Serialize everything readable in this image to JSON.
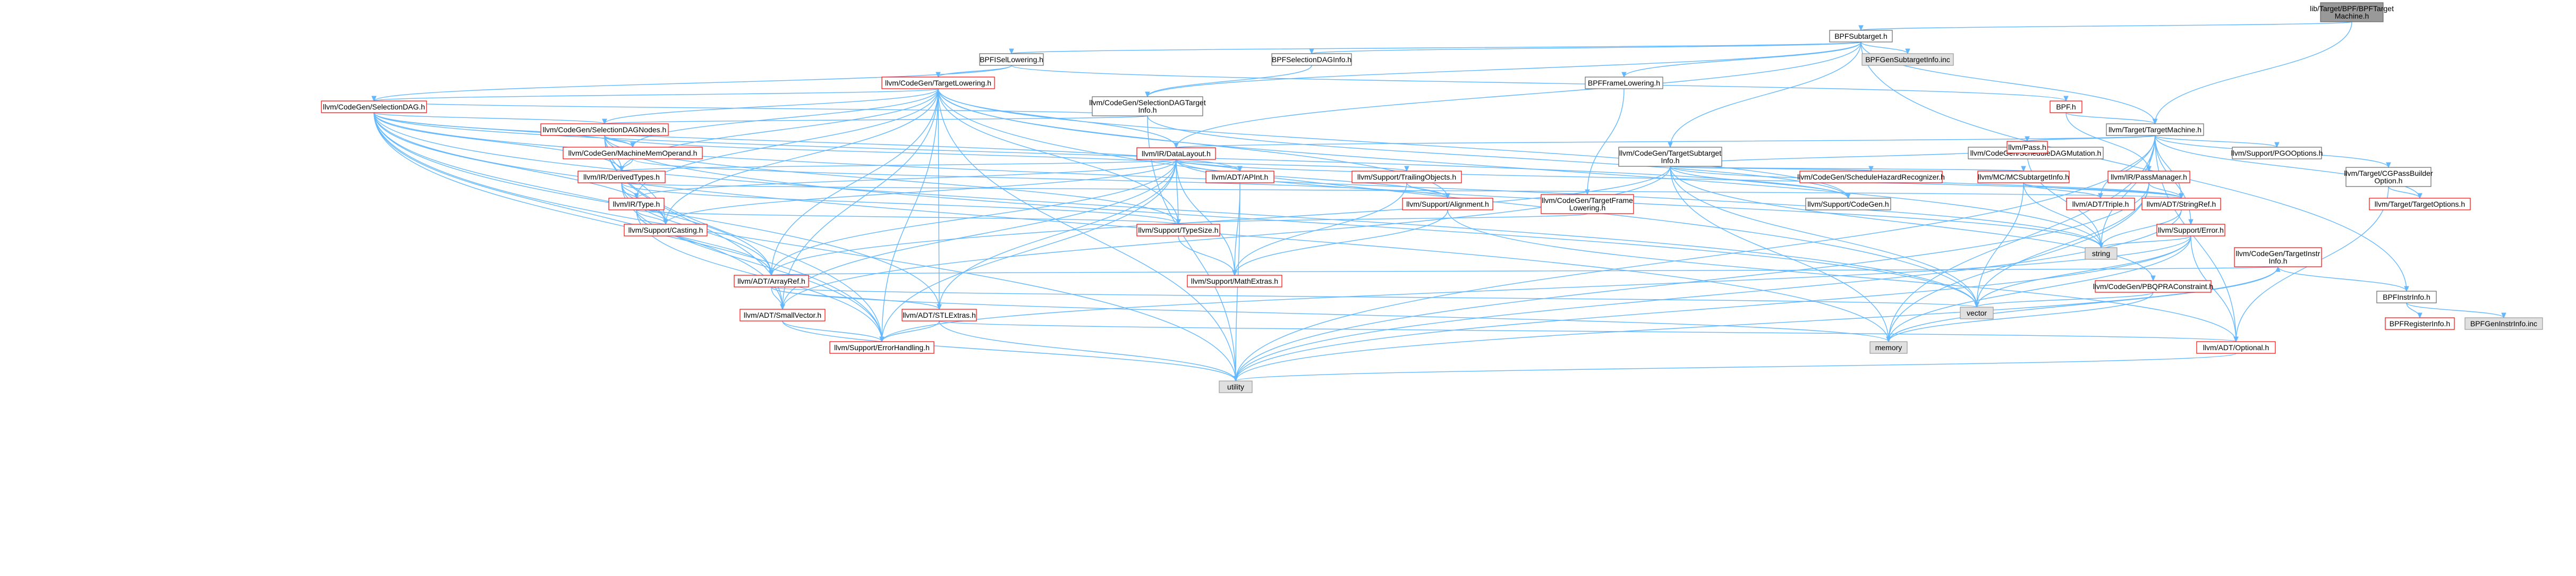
{
  "colors": {
    "root_fill": "#999999",
    "gray_fill": "#e0e0e0",
    "normal_fill": "#ffffff",
    "normal_stroke": "#666666",
    "red_stroke": "#ff0000",
    "edge": "#63b8ff"
  },
  "nodes": [
    {
      "id": "root",
      "lines": [
        "lib/Target/BPF/BPFTarget",
        "Machine.h"
      ],
      "style": "root"
    },
    {
      "id": "bpfsub",
      "lines": [
        "BPFSubtarget.h"
      ],
      "style": "normal"
    },
    {
      "id": "bpfisel",
      "lines": [
        "BPFISelLowering.h"
      ],
      "style": "normal"
    },
    {
      "id": "bpfseldag",
      "lines": [
        "BPFSelectionDAGInfo.h"
      ],
      "style": "normal"
    },
    {
      "id": "bpfgensub",
      "lines": [
        "BPFGenSubtargetInfo.inc"
      ],
      "style": "gray"
    },
    {
      "id": "bpfframe",
      "lines": [
        "BPFFrameLowering.h"
      ],
      "style": "normal"
    },
    {
      "id": "bpfh",
      "lines": [
        "BPF.h"
      ],
      "style": "red"
    },
    {
      "id": "targetmachine",
      "lines": [
        "llvm/Target/TargetMachine.h"
      ],
      "style": "normal"
    },
    {
      "id": "bpfinstrinfo",
      "lines": [
        "BPFInstrInfo.h"
      ],
      "style": "normal"
    },
    {
      "id": "targetlowering",
      "lines": [
        "llvm/CodeGen/TargetLowering.h"
      ],
      "style": "red"
    },
    {
      "id": "seldagtarget",
      "lines": [
        "llvm/CodeGen/SelectionDAGTarget",
        "Info.h"
      ],
      "style": "normal"
    },
    {
      "id": "selectiondag",
      "lines": [
        "llvm/CodeGen/SelectionDAG.h"
      ],
      "style": "red"
    },
    {
      "id": "seldagnodes",
      "lines": [
        "llvm/CodeGen/SelectionDAGNodes.h"
      ],
      "style": "red"
    },
    {
      "id": "machinememop",
      "lines": [
        "llvm/CodeGen/MachineMemOperand.h"
      ],
      "style": "red"
    },
    {
      "id": "datalayout",
      "lines": [
        "llvm/IR/DataLayout.h"
      ],
      "style": "red"
    },
    {
      "id": "targetsubinfo",
      "lines": [
        "llvm/CodeGen/TargetSubtarget",
        "Info.h"
      ],
      "style": "normal"
    },
    {
      "id": "derivedtypes",
      "lines": [
        "llvm/IR/DerivedTypes.h"
      ],
      "style": "red"
    },
    {
      "id": "irtype",
      "lines": [
        "llvm/IR/Type.h"
      ],
      "style": "red"
    },
    {
      "id": "apint",
      "lines": [
        "llvm/ADT/APInt.h"
      ],
      "style": "red"
    },
    {
      "id": "trailingobj",
      "lines": [
        "llvm/Support/TrailingObjects.h"
      ],
      "style": "red"
    },
    {
      "id": "alignment",
      "lines": [
        "llvm/Support/Alignment.h"
      ],
      "style": "red"
    },
    {
      "id": "schedhazard",
      "lines": [
        "llvm/CodeGen/ScheduleHazardRecognizer.h"
      ],
      "style": "red"
    },
    {
      "id": "mcsubinfo",
      "lines": [
        "llvm/MC/MCSubtargetInfo.h"
      ],
      "style": "red"
    },
    {
      "id": "schedmut",
      "lines": [
        "llvm/CodeGen/ScheduleDAGMutation.h"
      ],
      "style": "normal"
    },
    {
      "id": "supcodegen",
      "lines": [
        "llvm/Support/CodeGen.h"
      ],
      "style": "normal"
    },
    {
      "id": "triple",
      "lines": [
        "llvm/ADT/Triple.h"
      ],
      "style": "red"
    },
    {
      "id": "stringref",
      "lines": [
        "llvm/ADT/StringRef.h"
      ],
      "style": "red"
    },
    {
      "id": "pass",
      "lines": [
        "llvm/Pass.h"
      ],
      "style": "red"
    },
    {
      "id": "pgooptions",
      "lines": [
        "llvm/Support/PGOOptions.h"
      ],
      "style": "normal"
    },
    {
      "id": "passmanager",
      "lines": [
        "llvm/IR/PassManager.h"
      ],
      "style": "red"
    },
    {
      "id": "cgpassbuilder",
      "lines": [
        "llvm/Target/CGPassBuilder",
        "Option.h"
      ],
      "style": "normal"
    },
    {
      "id": "targetoptions",
      "lines": [
        "llvm/Target/TargetOptions.h"
      ],
      "style": "red"
    },
    {
      "id": "targetframe",
      "lines": [
        "llvm/CodeGen/TargetFrame",
        "Lowering.h"
      ],
      "style": "red"
    },
    {
      "id": "supporterror",
      "lines": [
        "llvm/Support/Error.h"
      ],
      "style": "red"
    },
    {
      "id": "targetinstrinfo",
      "lines": [
        "llvm/CodeGen/TargetInstr",
        "Info.h"
      ],
      "style": "red"
    },
    {
      "id": "pbqp",
      "lines": [
        "llvm/CodeGen/PBQPRAConstraint.h"
      ],
      "style": "red"
    },
    {
      "id": "bpfreginfo",
      "lines": [
        "BPFRegisterInfo.h"
      ],
      "style": "red"
    },
    {
      "id": "bpfgeninstr",
      "lines": [
        "BPFGenInstrInfo.inc"
      ],
      "style": "gray"
    },
    {
      "id": "casting",
      "lines": [
        "llvm/Support/Casting.h"
      ],
      "style": "red"
    },
    {
      "id": "typesize",
      "lines": [
        "llvm/Support/TypeSize.h"
      ],
      "style": "red"
    },
    {
      "id": "string",
      "lines": [
        "string"
      ],
      "style": "gray"
    },
    {
      "id": "arrayref",
      "lines": [
        "llvm/ADT/ArrayRef.h"
      ],
      "style": "red"
    },
    {
      "id": "mathextras",
      "lines": [
        "llvm/Support/MathExtras.h"
      ],
      "style": "red"
    },
    {
      "id": "vector",
      "lines": [
        "vector"
      ],
      "style": "gray"
    },
    {
      "id": "smallvector",
      "lines": [
        "llvm/ADT/SmallVector.h"
      ],
      "style": "red"
    },
    {
      "id": "stlextras",
      "lines": [
        "llvm/ADT/STLExtras.h"
      ],
      "style": "red"
    },
    {
      "id": "memory",
      "lines": [
        "memory"
      ],
      "style": "gray"
    },
    {
      "id": "optional",
      "lines": [
        "llvm/ADT/Optional.h"
      ],
      "style": "red"
    },
    {
      "id": "errorhandling",
      "lines": [
        "llvm/Support/ErrorHandling.h"
      ],
      "style": "red"
    },
    {
      "id": "utility",
      "lines": [
        "utility"
      ],
      "style": "gray"
    }
  ],
  "edges": [
    [
      "root",
      "bpfsub"
    ],
    [
      "root",
      "targetmachine"
    ],
    [
      "bpfsub",
      "bpfisel"
    ],
    [
      "bpfsub",
      "bpfseldag"
    ],
    [
      "bpfsub",
      "bpfgensub"
    ],
    [
      "bpfsub",
      "bpfframe"
    ],
    [
      "bpfsub",
      "bpfinstrinfo"
    ],
    [
      "bpfsub",
      "targetmachine"
    ],
    [
      "bpfsub",
      "targetsubinfo"
    ],
    [
      "bpfsub",
      "datalayout"
    ],
    [
      "bpfsub",
      "seldagtarget"
    ],
    [
      "bpfisel",
      "targetlowering"
    ],
    [
      "bpfisel",
      "bpfh"
    ],
    [
      "bpfisel",
      "selectiondag"
    ],
    [
      "bpfseldag",
      "seldagtarget"
    ],
    [
      "bpfframe",
      "targetframe"
    ],
    [
      "bpfh",
      "targetmachine"
    ],
    [
      "bpfh",
      "passmanager"
    ],
    [
      "targetmachine",
      "datalayout"
    ],
    [
      "targetmachine",
      "stringref"
    ],
    [
      "targetmachine",
      "triple"
    ],
    [
      "targetmachine",
      "pass"
    ],
    [
      "targetmachine",
      "pgooptions"
    ],
    [
      "targetmachine",
      "passmanager"
    ],
    [
      "targetmachine",
      "cgpassbuilder"
    ],
    [
      "targetmachine",
      "targetoptions"
    ],
    [
      "targetmachine",
      "supportcodegen_dummy"
    ],
    [
      "targetmachine",
      "supporterror"
    ],
    [
      "targetmachine",
      "string"
    ],
    [
      "targetmachine",
      "utility"
    ],
    [
      "targetmachine",
      "optional"
    ],
    [
      "targetmachine",
      "memory"
    ],
    [
      "bpfinstrinfo",
      "targetinstrinfo"
    ],
    [
      "bpfinstrinfo",
      "bpfreginfo"
    ],
    [
      "bpfinstrinfo",
      "bpfgeninstr"
    ],
    [
      "targetlowering",
      "selectiondag"
    ],
    [
      "targetlowering",
      "seldagnodes"
    ],
    [
      "targetlowering",
      "datalayout"
    ],
    [
      "targetlowering",
      "derivedtypes"
    ],
    [
      "targetlowering",
      "machinememop"
    ],
    [
      "targetlowering",
      "casting"
    ],
    [
      "targetlowering",
      "typesize"
    ],
    [
      "targetlowering",
      "arrayref"
    ],
    [
      "targetlowering",
      "smallvector"
    ],
    [
      "targetlowering",
      "stlextras"
    ],
    [
      "targetlowering",
      "errorhandling"
    ],
    [
      "targetlowering",
      "alignment"
    ],
    [
      "targetlowering",
      "string"
    ],
    [
      "targetlowering",
      "vector"
    ],
    [
      "targetlowering",
      "utility"
    ],
    [
      "targetlowering",
      "supcodegen"
    ],
    [
      "targetlowering",
      "irtype"
    ],
    [
      "seldagtarget",
      "selectiondag"
    ],
    [
      "seldagtarget",
      "seldagnodes"
    ],
    [
      "seldagtarget",
      "supcodegen"
    ],
    [
      "seldagtarget",
      "utility"
    ],
    [
      "selectiondag",
      "seldagnodes"
    ],
    [
      "selectiondag",
      "machinememop"
    ],
    [
      "selectiondag",
      "arrayref"
    ],
    [
      "selectiondag",
      "smallvector"
    ],
    [
      "selectiondag",
      "stlextras"
    ],
    [
      "selectiondag",
      "apint"
    ],
    [
      "selectiondag",
      "derivedtypes"
    ],
    [
      "selectiondag",
      "casting"
    ],
    [
      "selectiondag",
      "errorhandling"
    ],
    [
      "selectiondag",
      "supcodegen"
    ],
    [
      "selectiondag",
      "utility"
    ],
    [
      "selectiondag",
      "vector"
    ],
    [
      "selectiondag",
      "string"
    ],
    [
      "selectiondag",
      "memory"
    ],
    [
      "seldagnodes",
      "machinememop"
    ],
    [
      "seldagnodes",
      "derivedtypes"
    ],
    [
      "seldagnodes",
      "apint"
    ],
    [
      "seldagnodes",
      "casting"
    ],
    [
      "seldagnodes",
      "typesize"
    ],
    [
      "seldagnodes",
      "errorhandling"
    ],
    [
      "seldagnodes",
      "vector"
    ],
    [
      "seldagnodes",
      "smallvector"
    ],
    [
      "machinememop",
      "derivedtypes"
    ],
    [
      "machinememop",
      "alignment"
    ],
    [
      "datalayout",
      "derivedtypes"
    ],
    [
      "datalayout",
      "irtype"
    ],
    [
      "datalayout",
      "apint"
    ],
    [
      "datalayout",
      "trailingobj"
    ],
    [
      "datalayout",
      "alignment"
    ],
    [
      "datalayout",
      "arrayref"
    ],
    [
      "datalayout",
      "smallvector"
    ],
    [
      "datalayout",
      "stlextras"
    ],
    [
      "datalayout",
      "stringref"
    ],
    [
      "datalayout",
      "casting"
    ],
    [
      "datalayout",
      "typesize"
    ],
    [
      "datalayout",
      "mathextras"
    ],
    [
      "datalayout",
      "errorhandling"
    ],
    [
      "datalayout",
      "string"
    ],
    [
      "targetsubinfo",
      "schedhazard"
    ],
    [
      "targetsubinfo",
      "mcsubinfo"
    ],
    [
      "targetsubinfo",
      "schedmut"
    ],
    [
      "targetsubinfo",
      "supcodegen"
    ],
    [
      "targetsubinfo",
      "stringref"
    ],
    [
      "targetsubinfo",
      "arrayref"
    ],
    [
      "targetsubinfo",
      "pbqp"
    ],
    [
      "targetsubinfo",
      "smallvector"
    ],
    [
      "targetsubinfo",
      "memory"
    ],
    [
      "targetsubinfo",
      "vector"
    ],
    [
      "mcsubinfo",
      "triple"
    ],
    [
      "mcsubinfo",
      "stringref"
    ],
    [
      "mcsubinfo",
      "string"
    ],
    [
      "mcsubinfo",
      "vector"
    ],
    [
      "derivedtypes",
      "irtype"
    ],
    [
      "derivedtypes",
      "casting"
    ],
    [
      "derivedtypes",
      "typesize"
    ],
    [
      "derivedtypes",
      "arrayref"
    ],
    [
      "derivedtypes",
      "errorhandling"
    ],
    [
      "derivedtypes",
      "stringref"
    ],
    [
      "irtype",
      "casting"
    ],
    [
      "irtype",
      "typesize"
    ],
    [
      "irtype",
      "arrayref"
    ],
    [
      "irtype",
      "errorhandling"
    ],
    [
      "apint",
      "mathextras"
    ],
    [
      "apint",
      "utility"
    ],
    [
      "trailingobj",
      "alignment"
    ],
    [
      "trailingobj",
      "mathextras"
    ],
    [
      "alignment",
      "mathextras"
    ],
    [
      "alignment",
      "optional"
    ],
    [
      "passmanager",
      "stringref"
    ],
    [
      "passmanager",
      "vector"
    ],
    [
      "passmanager",
      "memory"
    ],
    [
      "passmanager",
      "utility"
    ],
    [
      "pass",
      "string"
    ],
    [
      "cgpassbuilder",
      "optional"
    ],
    [
      "cgpassbuilder",
      "targetoptions"
    ],
    [
      "targetframe",
      "typesize"
    ],
    [
      "supporterror",
      "string"
    ],
    [
      "supporterror",
      "memory"
    ],
    [
      "supporterror",
      "utility"
    ],
    [
      "supporterror",
      "errorhandling"
    ],
    [
      "supporterror",
      "vector"
    ],
    [
      "supporterror",
      "optional"
    ],
    [
      "targetinstrinfo",
      "arrayref"
    ],
    [
      "targetinstrinfo",
      "memory"
    ],
    [
      "targetinstrinfo",
      "utility"
    ],
    [
      "pbqp",
      "vector"
    ],
    [
      "pbqp",
      "memory"
    ],
    [
      "stringref",
      "string"
    ],
    [
      "stringref",
      "utility"
    ],
    [
      "typesize",
      "mathextras"
    ],
    [
      "arrayref",
      "smallvector"
    ],
    [
      "arrayref",
      "stlextras"
    ],
    [
      "arrayref",
      "vector"
    ],
    [
      "arrayref",
      "memory"
    ],
    [
      "smallvector",
      "errorhandling"
    ],
    [
      "smallvector",
      "utility"
    ],
    [
      "stlextras",
      "errorhandling"
    ],
    [
      "stlextras",
      "optional"
    ],
    [
      "stlextras",
      "utility"
    ],
    [
      "optional",
      "utility"
    ]
  ]
}
